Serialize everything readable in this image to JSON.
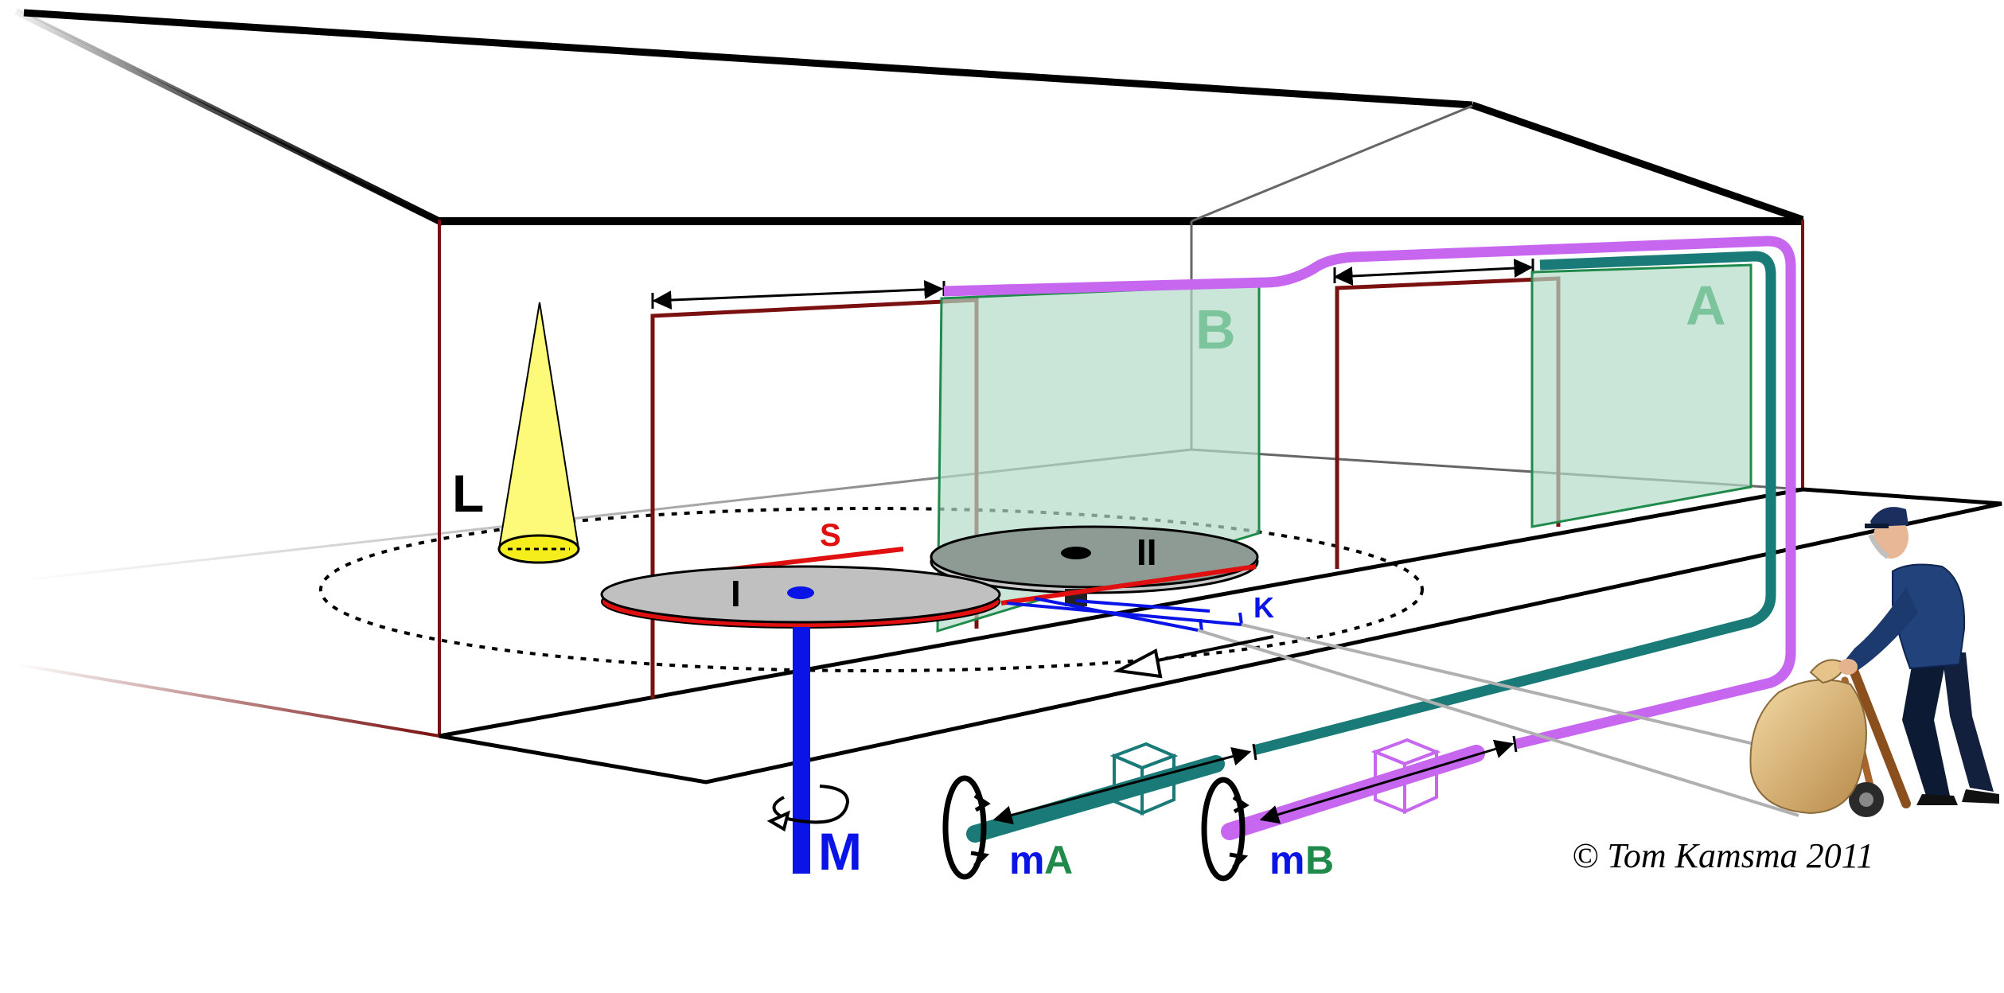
{
  "labels": {
    "L": "L",
    "S": "S",
    "I": "I",
    "II": "II",
    "K": "K",
    "M": "M",
    "A": "A",
    "B": "B",
    "mA_m": "m",
    "mA_letter": "A",
    "mB_m": "m",
    "mB_letter": "B"
  },
  "copyright": "© Tom Kamsma 2011",
  "colors": {
    "dark_red": "#7a1010",
    "red": "#e01010",
    "blue": "#0a14e6",
    "teal": "#1a7a78",
    "violet": "#c767ef",
    "green_label": "#7cc49c",
    "green_panel": "#b4dcc8",
    "green_edge": "#1f8a4a",
    "disc_grey": "#c0c0c0",
    "disc_dark": "#8e9a94",
    "cone_yellow": "#fdfa7a"
  },
  "icons": {
    "porter": "porter-with-hand-truck-icon",
    "rotation_arrow": "rotation-arrow-icon"
  }
}
